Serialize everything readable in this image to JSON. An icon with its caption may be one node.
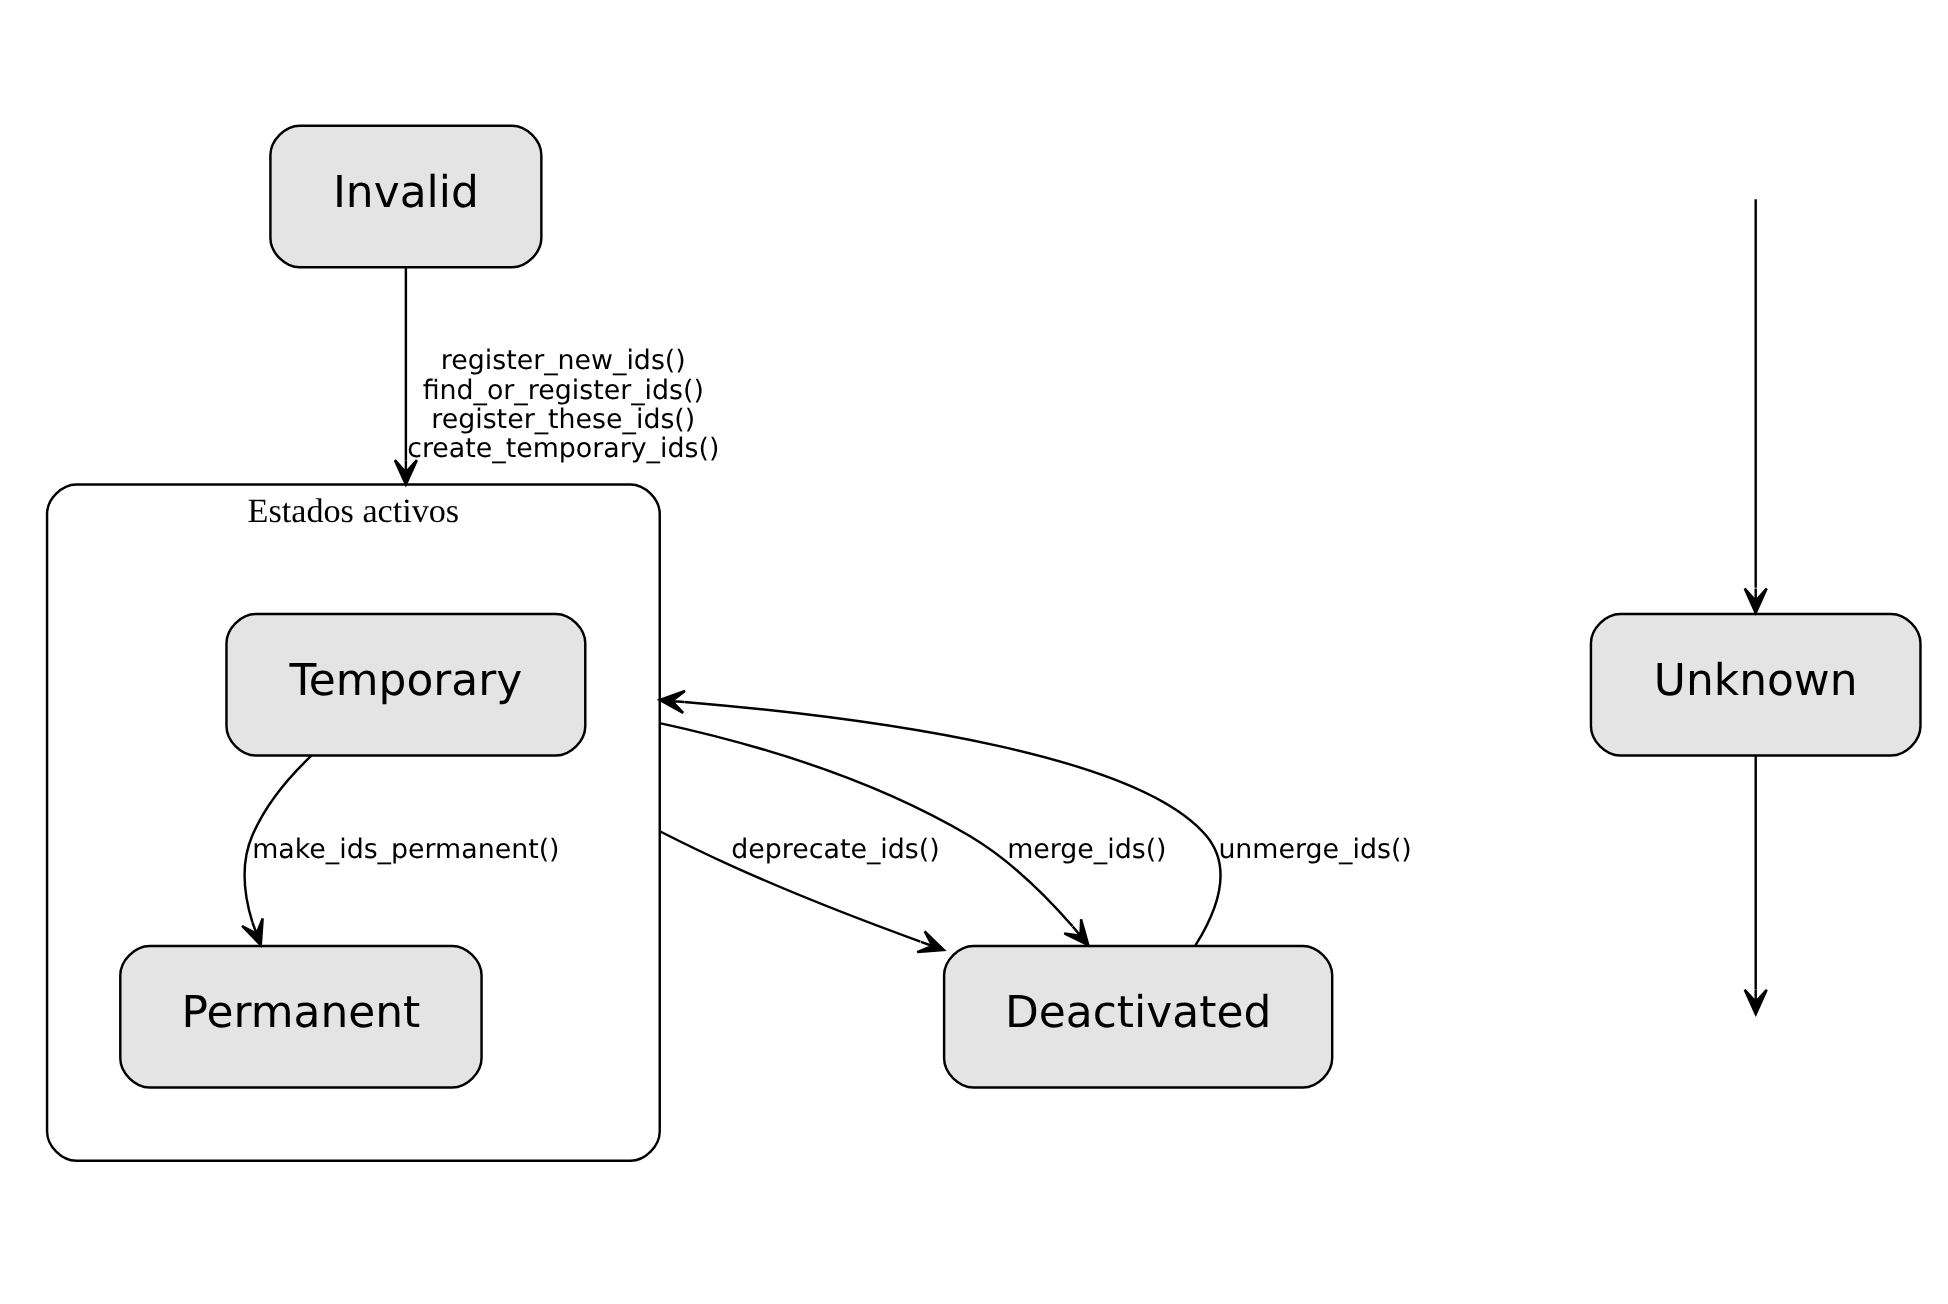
{
  "diagram": {
    "nodes": [
      {
        "text": [
          "Invalid"
        ]
      },
      {
        "text": [
          "Estados activos"
        ]
      },
      {
        "text": [
          "Temporary"
        ],
        "in": 1
      },
      {
        "text": [
          "Permanent"
        ],
        "in": 1
      },
      {
        "text": [
          "Unknown"
        ]
      },
      {
        "text": [
          "Deactivated"
        ]
      }
    ],
    "edges": [
      {
        "from": 0,
        "to": 1,
        "arrow": "to",
        "label": "register_new_ids() find_or_register_ids() register_these_ids() create_temporary_ids()"
      },
      {
        "from": 2,
        "to": 3,
        "arrow": "to",
        "label": "make_ids_permanent()"
      },
      {
        "from": 1,
        "to": 5,
        "arrow": "to",
        "label": "deprecate_ids()"
      },
      {
        "from": 1,
        "to": 5,
        "arrow": "to",
        "label": "merge_ids()"
      },
      {
        "from": 5,
        "to": 1,
        "arrow": "to",
        "label": "unmerge_ids()"
      },
      {
        "from": null,
        "to": 4,
        "arrow": "to"
      },
      {
        "from": 4,
        "to": null,
        "arrow": "to"
      }
    ]
  }
}
